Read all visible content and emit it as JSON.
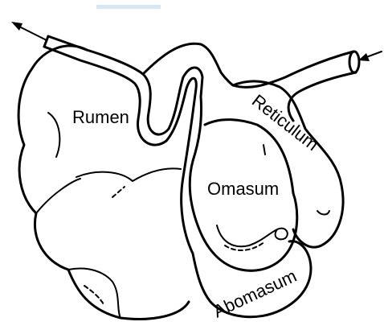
{
  "colors": {
    "line": "#000000",
    "background": "#ffffff",
    "top_bar": "#d6e6f2"
  },
  "labels": {
    "rumen": "Rumen",
    "reticulum": "Reticulum",
    "omasum": "Omasum",
    "abomasum": "Abomasum"
  }
}
